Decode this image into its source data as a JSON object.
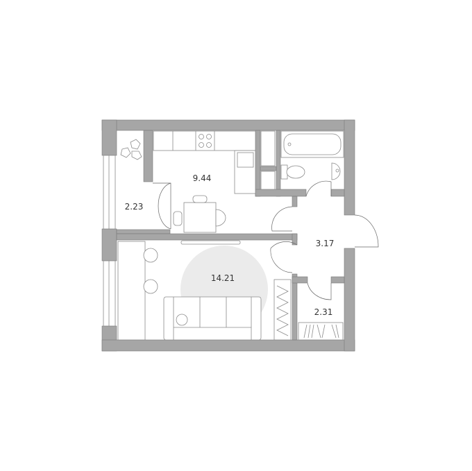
{
  "plan": {
    "rooms": [
      {
        "name": "balcony",
        "area": "2.23"
      },
      {
        "name": "kitchen",
        "area": "9.44"
      },
      {
        "name": "living-room",
        "area": "14.21"
      },
      {
        "name": "hallway",
        "area": "3.17"
      },
      {
        "name": "wardrobe",
        "area": "2.31"
      }
    ],
    "colors": {
      "wall": "#a6a6a6",
      "highlight": "#ebebeb",
      "line": "#8a8a8a"
    }
  }
}
